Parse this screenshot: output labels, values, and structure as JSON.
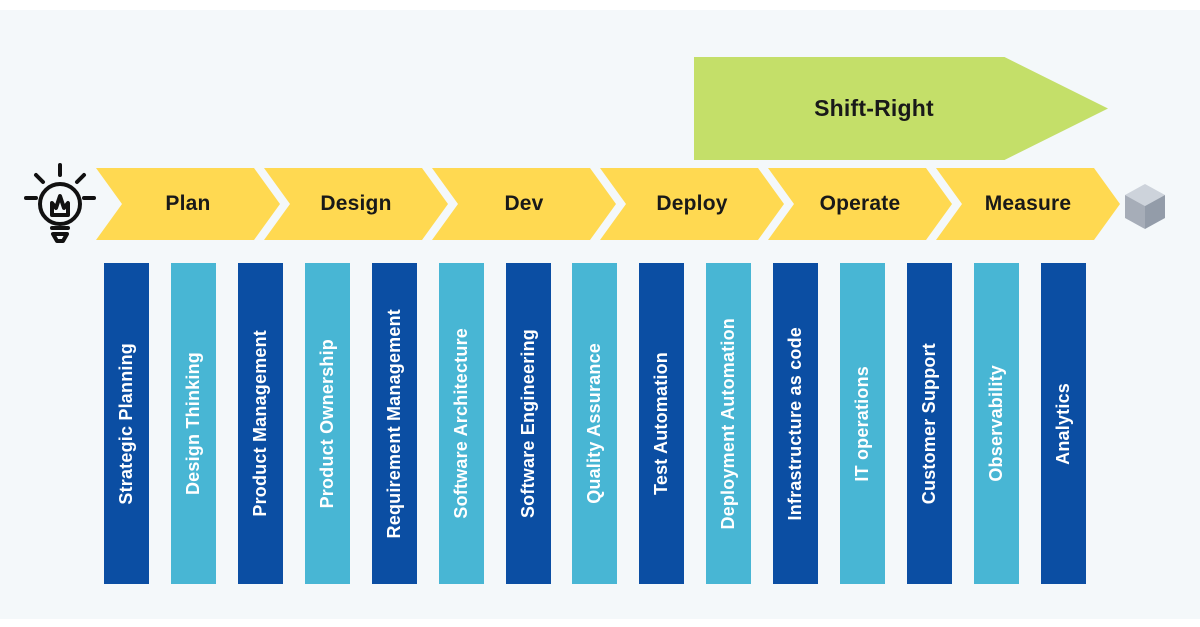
{
  "shift_right": {
    "label": "Shift-Right"
  },
  "stages": [
    {
      "label": "Plan"
    },
    {
      "label": "Design"
    },
    {
      "label": "Dev"
    },
    {
      "label": "Deploy"
    },
    {
      "label": "Operate"
    },
    {
      "label": "Measure"
    }
  ],
  "capabilities": [
    {
      "label": "Strategic Planning",
      "variant": "dark"
    },
    {
      "label": "Design Thinking",
      "variant": "light"
    },
    {
      "label": "Product Management",
      "variant": "dark"
    },
    {
      "label": "Product Ownership",
      "variant": "light"
    },
    {
      "label": "Requirement Management",
      "variant": "dark"
    },
    {
      "label": "Software Architecture",
      "variant": "light"
    },
    {
      "label": "Software Engineering",
      "variant": "dark"
    },
    {
      "label": "Quality Assurance",
      "variant": "light"
    },
    {
      "label": "Test Automation",
      "variant": "dark"
    },
    {
      "label": "Deployment Automation",
      "variant": "light"
    },
    {
      "label": "Infrastructure as code",
      "variant": "dark"
    },
    {
      "label": "IT operations",
      "variant": "light"
    },
    {
      "label": "Customer Support",
      "variant": "dark"
    },
    {
      "label": "Observability",
      "variant": "light"
    },
    {
      "label": "Analytics",
      "variant": "dark"
    }
  ],
  "icons": {
    "left": "lightbulb-icon",
    "right": "cube-icon"
  },
  "colors": {
    "background": "#f4f8fa",
    "stage_fill": "#ffd951",
    "shift_right_fill": "#c4df69",
    "bar_dark": "#0b4ea3",
    "bar_light": "#48b6d4",
    "bar_text": "#ffffff",
    "label_text": "#191919"
  }
}
